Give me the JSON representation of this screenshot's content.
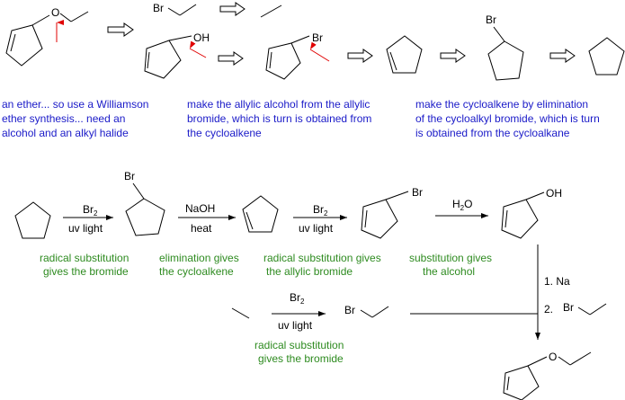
{
  "atoms": {
    "O": "O",
    "OH": "OH",
    "Br": "Br"
  },
  "reagents": {
    "br2": "Br",
    "br2_sub": "2",
    "uv": "uv light",
    "naoh": "NaOH",
    "heat": "heat",
    "h2o_h": "H",
    "h2o_sub": "2",
    "h2o_o": "O",
    "step1": "1. Na",
    "step2": "2."
  },
  "notes": {
    "ether": [
      "an ether... so use a Williamson",
      "ether synthesis... need an",
      "alcohol and an alkyl halide"
    ],
    "allylic": [
      "make the allylic alcohol from the  allylic",
      "bromide, which is turn is obtained from",
      "the cycloalkene"
    ],
    "cycloalkene": [
      "make the cycloalkene by elimination",
      "of the cycloalkyl bromide, which is turn",
      "is obtained from the cycloalkane"
    ]
  },
  "captions": {
    "c1": [
      "radical substitution",
      "gives the bromide"
    ],
    "c2": [
      "elimination gives",
      "the cycloalkene"
    ],
    "c3": [
      "radical substitution gives",
      "the allylic bromide"
    ],
    "c4": [
      "substitution gives",
      "the alcohol"
    ],
    "c5": [
      "radical substitution",
      "gives the bromide"
    ]
  },
  "colors": {
    "note_text": "#1a1ac8",
    "caption_text": "#2e8b20",
    "disconnection_arrow": "#e00000"
  }
}
